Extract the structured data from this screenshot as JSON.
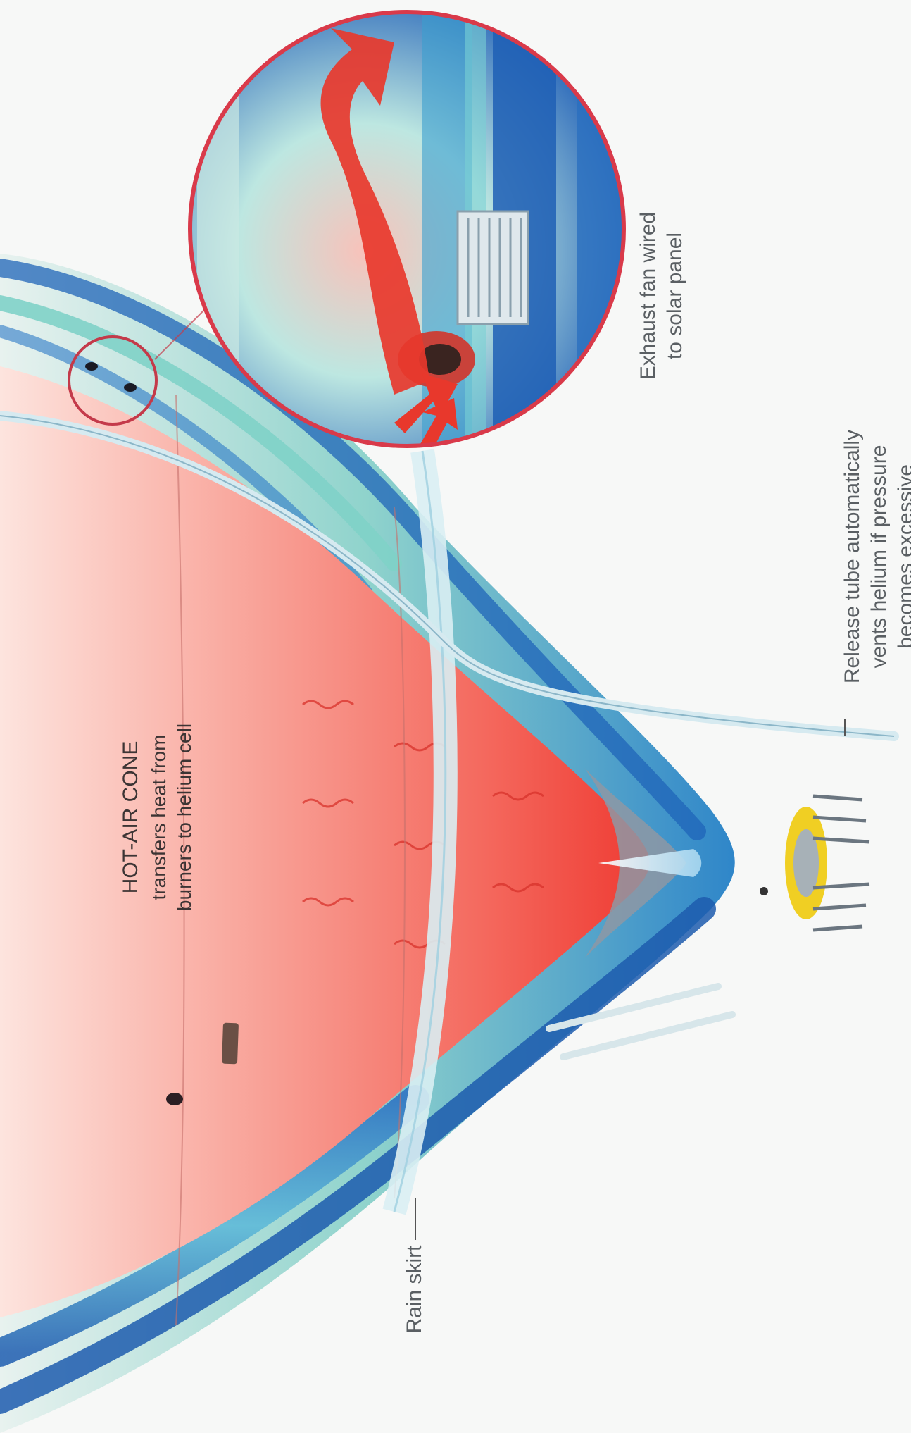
{
  "labels": {
    "hot_air_cone_title": "HOT-AIR CONE",
    "hot_air_cone_line1": "transfers heat from",
    "hot_air_cone_line2": "burners to helium cell",
    "exhaust_fan_line1": "Exhaust fan wired",
    "exhaust_fan_line2": "to solar panel",
    "release_tube_line1": "Release tube automatically",
    "release_tube_line2": "vents helium if pressure",
    "release_tube_line3": "becomes excessive",
    "rain_skirt": "Rain skirt"
  },
  "icons": {
    "burner": "burner-icon",
    "exhaust_fan": "exhaust-fan-icon",
    "magnifier": "magnifier-circle-icon"
  },
  "colors": {
    "hot_air": "#f2544e",
    "helium_cell": "#1f73c4",
    "teal": "#6cc8c2",
    "callout_ring": "#d93a4a",
    "burner": "#e8c21a"
  }
}
